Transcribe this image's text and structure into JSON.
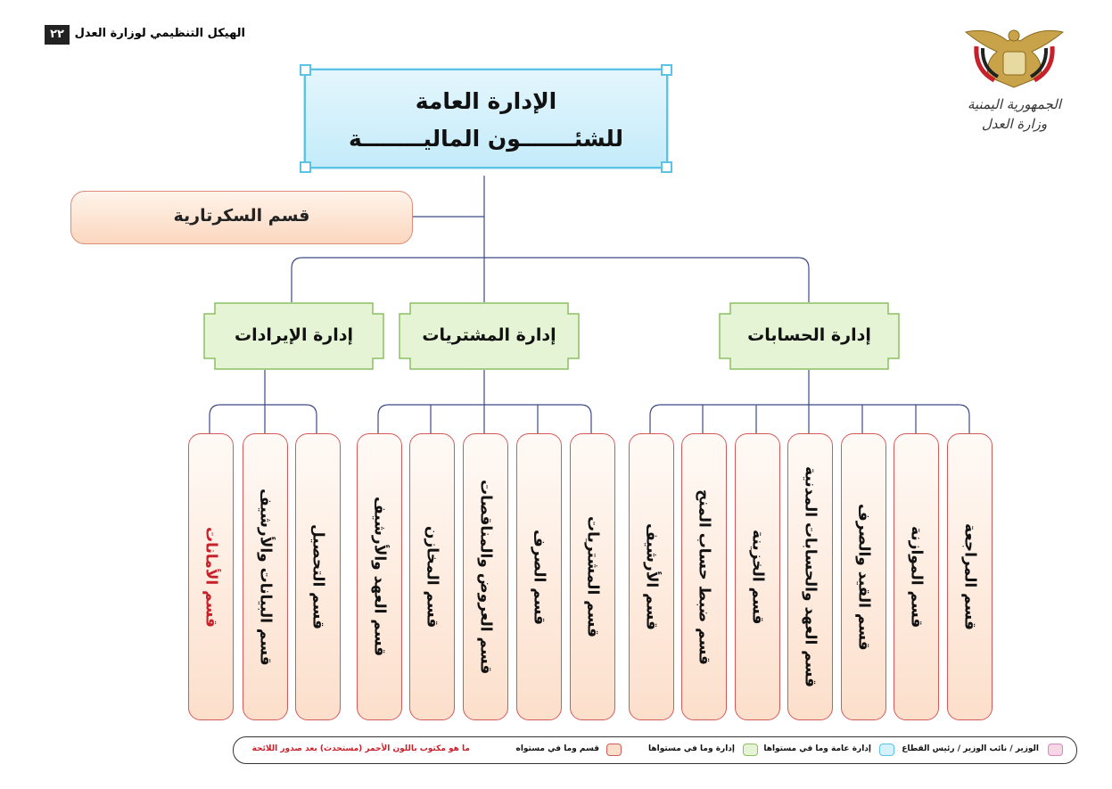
{
  "header": {
    "title": "الهيكل التنظيمي لوزارة العدل",
    "page_number": "٢٢"
  },
  "logo": {
    "line1": "الجمهورية اليمنية",
    "line2": "وزارة العدل"
  },
  "top": {
    "line1": "الإدارة العامة",
    "line2": "للشئـــــــون الماليــــــــة"
  },
  "secretariat": "قسم السكرتارية",
  "departments": [
    {
      "label": "إدارة الحسابات"
    },
    {
      "label": "إدارة المشتريات"
    },
    {
      "label": "إدارة الإيرادات"
    }
  ],
  "sections": {
    "accounts": [
      "قسم المراجعة",
      "قسم الموازنة",
      "قسم القيد والصرف",
      "قسم العهد والحسابات المدنية",
      "قسم الخزينة",
      "قسم ضبط حساب المنح",
      "قسم الأرشيف"
    ],
    "purchases": [
      "قسم المشتريات",
      "قسم الصرف",
      "قسم العروض والمناقصات",
      "قسم المخازن",
      "قسم العهد والأرشيف"
    ],
    "revenues": [
      "قسم التحصيل",
      "قسم البيانات والأرشيف",
      "قسم الأمانات"
    ]
  },
  "legend": {
    "minister": "الوزير / نائب الوزير / رئيس القطاع",
    "general_admin": "إدارة عامة وما في مستواها",
    "admin": "إدارة وما في مستواها",
    "section": "قسم وما في مستواه",
    "red_note": "ما هو مكتوب باللون الأحمر (مستحدث) بعد صدور اللائحة"
  },
  "colors": {
    "connector": "#3c4a85",
    "top_fill": "#d5f1fc",
    "top_border": "#5bc4e6",
    "dept_fill": "#e4f4d4",
    "dept_border": "#8cc063",
    "section_border": "#d45a5a",
    "new_text": "#c8202a",
    "legend_minister": "#f7d6e8",
    "legend_minister_border": "#d68ab8"
  }
}
